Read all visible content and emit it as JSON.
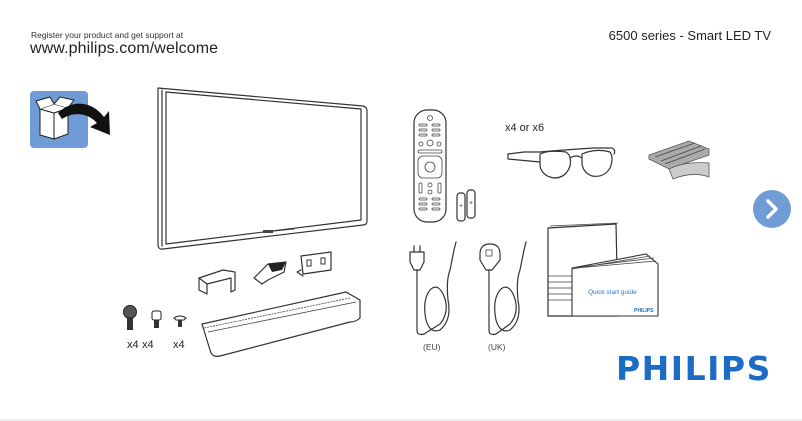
{
  "header": {
    "register_text": "Register your product and get support at",
    "url": "www.philips.com/welcome",
    "model_title": "6500 series - Smart LED TV"
  },
  "icons": {
    "unbox": "unbox-icon",
    "next": "chevron-right-icon"
  },
  "contents": {
    "screws": {
      "labels": [
        "x4",
        "x4",
        "x4"
      ]
    },
    "glasses_quantity": "x4 or x6",
    "power_cords": [
      {
        "label": "(EU)"
      },
      {
        "label": "(UK)"
      }
    ],
    "quick_start_guide": {
      "title": "Quick start guide",
      "brand": "PHILIPS"
    }
  },
  "brand": {
    "logo": "PHILIPS",
    "color": "#1a6cc4"
  },
  "colors": {
    "unbox_bg": "#6f9bd6",
    "next_button_bg": "#6f9bd6"
  }
}
